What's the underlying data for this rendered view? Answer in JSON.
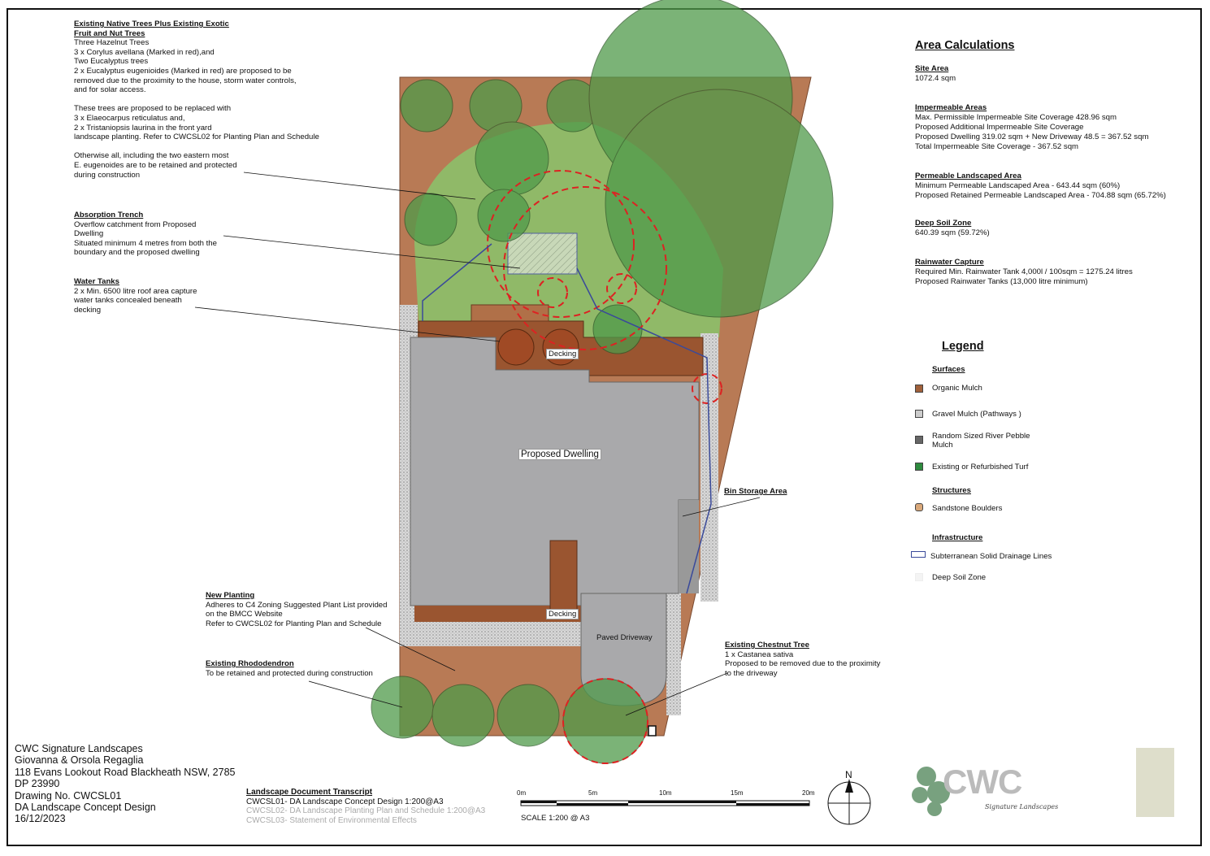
{
  "notes": {
    "existing_trees": {
      "heading": [
        "Existing Native Trees Plus Existing Exotic",
        "Fruit and Nut Trees"
      ],
      "lines": [
        "Three Hazelnut Trees",
        "3 x Corylus avellana (Marked in red),and",
        "Two Eucalyptus trees",
        "2 x Eucalyptus eugenioides (Marked in red) are proposed to be",
        "removed due to the proximity to the house, storm water controls,",
        "and for solar access.",
        "",
        "These trees are proposed to be replaced with",
        "3 x Elaeocarpus reticulatus and,",
        "2 x Tristaniopsis laurina in the front yard",
        "landscape planting. Refer to CWCSL02 for Planting Plan and Schedule",
        "",
        "Otherwise all, including the two eastern most",
        "E. eugenoides are to be retained and protected",
        "during construction"
      ]
    },
    "absorption_trench": {
      "heading": "Absorption Trench",
      "lines": [
        "Overflow catchment from Proposed",
        "Dwelling",
        "Situated minimum 4 metres from both the",
        "boundary and the proposed dwelling"
      ]
    },
    "water_tanks": {
      "heading": "Water Tanks",
      "lines": [
        "2 x Min. 6500 litre roof area capture",
        "water tanks concealed beneath",
        "decking"
      ]
    },
    "new_planting": {
      "heading": "New Planting",
      "lines": [
        "Adheres to C4 Zoning Suggested Plant List provided",
        "on the BMCC Website",
        "Refer to CWCSL02 for Planting Plan and Schedule"
      ]
    },
    "rhododendron": {
      "heading": "Existing Rhododendron",
      "lines": [
        "To be retained and protected during construction"
      ]
    },
    "chestnut": {
      "heading": "Existing Chestnut Tree",
      "lines": [
        "1 x Castanea sativa",
        "Proposed to be removed due to the proximity",
        "to the driveway"
      ]
    },
    "bin_storage": {
      "heading": "Bin Storage Area"
    }
  },
  "plan_labels": {
    "decking_1": "Decking",
    "decking_2": "Decking",
    "dwelling": "Proposed Dwelling",
    "driveway": "Paved Driveway"
  },
  "area_calculations": {
    "title": "Area Calculations",
    "sections": [
      {
        "heading": "Site Area",
        "lines": [
          "1072.4 sqm"
        ]
      },
      {
        "heading": "Impermeable Areas",
        "lines": [
          "Max. Permissible Impermeable Site Coverage 428.96 sqm",
          "Proposed Additional Impermeable Site Coverage",
          "Proposed Dwelling 319.02 sqm + New Driveway 48.5 = 367.52 sqm",
          "Total Impermeable Site Coverage - 367.52 sqm"
        ]
      },
      {
        "heading": "Permeable Landscaped Area",
        "lines": [
          "Minimum Permeable Landscaped Area - 643.44 sqm (60%)",
          "Proposed Retained Permeable Landscaped Area - 704.88 sqm (65.72%)"
        ]
      },
      {
        "heading": "Deep Soil Zone",
        "lines": [
          "640.39 sqm (59.72%)"
        ]
      },
      {
        "heading": "Rainwater Capture",
        "lines": [
          "Required Min. Rainwater Tank 4,000l / 100sqm = 1275.24 litres",
          "Proposed Rainwater Tanks (13,000 litre minimum)"
        ]
      }
    ]
  },
  "legend": {
    "title": "Legend",
    "surfaces_heading": "Surfaces",
    "organic_mulch": "Organic Mulch",
    "gravel_mulch": "Gravel Mulch (Pathways )",
    "river_pebble": [
      "Random Sized River Pebble",
      "Mulch"
    ],
    "turf": "Existing or Refurbished Turf",
    "structures_heading": "Structures",
    "boulders": "Sandstone Boulders",
    "infrastructure_heading": "Infrastructure",
    "drainage": "Subterranean Solid Drainage Lines",
    "deep_soil": "Deep Soil Zone",
    "colors": {
      "mulch": "#a0603a",
      "turf": "#2e8b3e",
      "drainage": "#3a4a9a"
    }
  },
  "title_block": [
    "CWC Signature Landscapes",
    "Giovanna & Orsola Regaglia",
    "118 Evans Lookout Road Blackheath NSW, 2785",
    "DP 23990",
    "Drawing No. CWCSL01",
    "DA Landscape Concept Design",
    "16/12/2023"
  ],
  "transcript": {
    "heading": "Landscape Document Transcript",
    "items": [
      "CWCSL01- DA Landscape Concept Design  1:200@A3",
      "CWCSL02- DA Landscape Planting Plan and Schedule 1:200@A3",
      "CWCSL03- Statement of Environmental Effects"
    ]
  },
  "scale_bar": {
    "ticks": [
      "0m",
      "5m",
      "10m",
      "15m",
      "20m"
    ],
    "label": "SCALE 1:200 @ A3"
  },
  "north": "N",
  "logo": {
    "text": "CWC",
    "tagline": "Signature Landscapes"
  }
}
